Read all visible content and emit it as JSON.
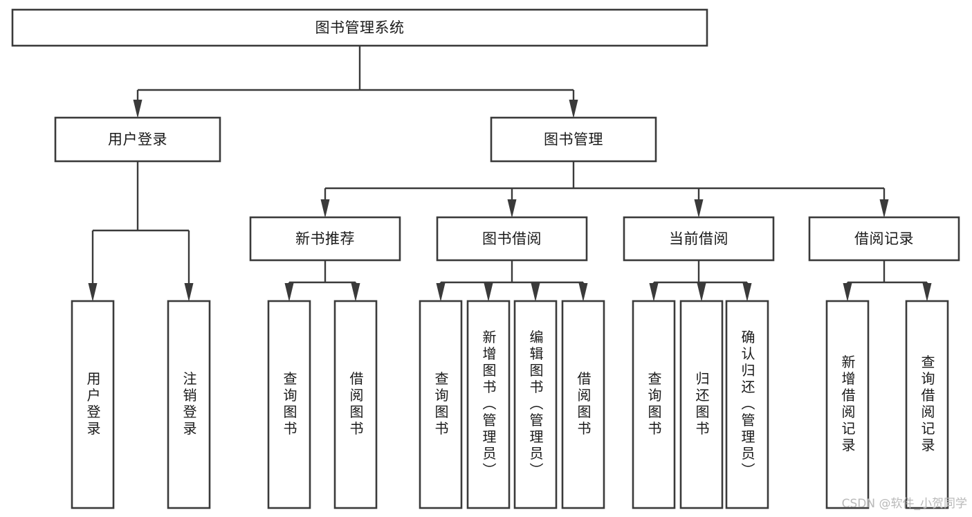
{
  "diagram": {
    "title": "图书管理系统",
    "type": "tree",
    "orientation": "top-down",
    "colors": {
      "box_stroke": "#3a3a3a",
      "box_fill": "#ffffff",
      "edge": "#3a3a3a",
      "text": "#1a1a1a",
      "watermark": "#b9b9b9",
      "background": "#ffffff"
    },
    "levels": [
      {
        "level": 1,
        "nodes": [
          {
            "id": "root",
            "label": "图书管理系统",
            "orient": "horizontal"
          }
        ]
      },
      {
        "level": 2,
        "nodes": [
          {
            "id": "login",
            "label": "用户登录",
            "orient": "horizontal",
            "parent": "root"
          },
          {
            "id": "bookmgmt",
            "label": "图书管理",
            "orient": "horizontal",
            "parent": "root"
          }
        ]
      },
      {
        "level": 3,
        "nodes": [
          {
            "id": "newbook",
            "label": "新书推荐",
            "orient": "horizontal",
            "parent": "bookmgmt"
          },
          {
            "id": "borrow",
            "label": "图书借阅",
            "orient": "horizontal",
            "parent": "bookmgmt"
          },
          {
            "id": "current",
            "label": "当前借阅",
            "orient": "horizontal",
            "parent": "bookmgmt"
          },
          {
            "id": "records",
            "label": "借阅记录",
            "orient": "horizontal",
            "parent": "bookmgmt"
          }
        ]
      },
      {
        "level": 4,
        "nodes": [
          {
            "id": "leaf1",
            "label": "用户登录",
            "orient": "vertical",
            "parent": "login"
          },
          {
            "id": "leaf2",
            "label": "注销登录",
            "orient": "vertical",
            "parent": "login"
          },
          {
            "id": "leaf3",
            "label": "查询图书",
            "orient": "vertical",
            "parent": "newbook"
          },
          {
            "id": "leaf4",
            "label": "借阅图书",
            "orient": "vertical",
            "parent": "newbook"
          },
          {
            "id": "leaf5",
            "label": "查询图书",
            "orient": "vertical",
            "parent": "borrow"
          },
          {
            "id": "leaf6",
            "label": "新增图书（管理员）",
            "orient": "vertical",
            "parent": "borrow"
          },
          {
            "id": "leaf7",
            "label": "编辑图书（管理员）",
            "orient": "vertical",
            "parent": "borrow"
          },
          {
            "id": "leaf8",
            "label": "借阅图书",
            "orient": "vertical",
            "parent": "borrow"
          },
          {
            "id": "leaf9",
            "label": "查询图书",
            "orient": "vertical",
            "parent": "current"
          },
          {
            "id": "leaf10",
            "label": "归还图书",
            "orient": "vertical",
            "parent": "current"
          },
          {
            "id": "leaf11",
            "label": "确认归还（管理员）",
            "orient": "vertical",
            "parent": "current"
          },
          {
            "id": "leaf12",
            "label": "新增借阅记录",
            "orient": "vertical",
            "parent": "records"
          },
          {
            "id": "leaf13",
            "label": "查询借阅记录",
            "orient": "vertical",
            "parent": "records"
          }
        ]
      }
    ]
  },
  "watermark": {
    "text": "CSDN @软件_小贺同学"
  }
}
